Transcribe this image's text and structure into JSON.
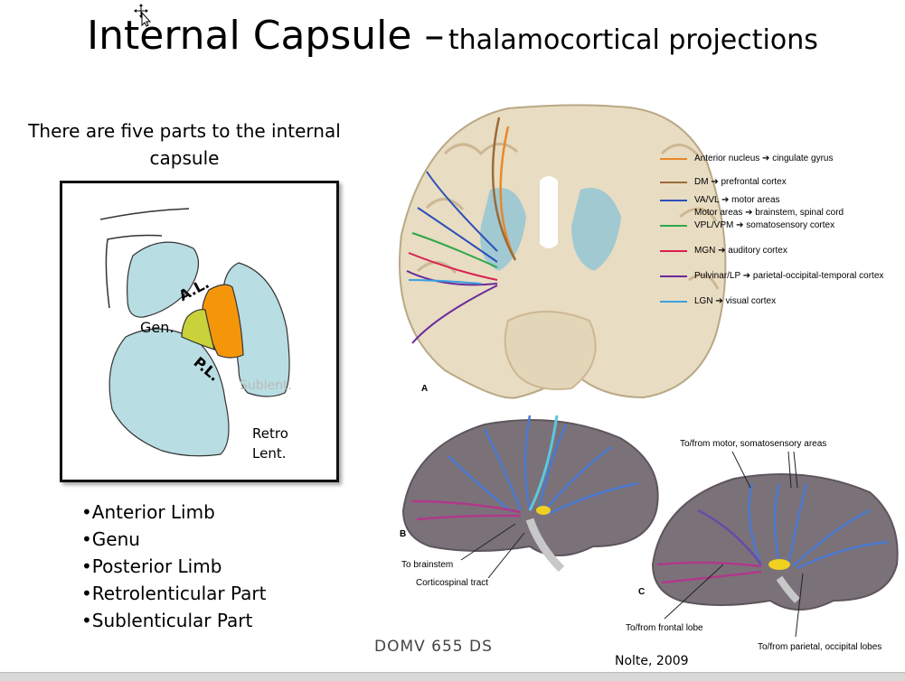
{
  "slide": {
    "title_main": "Internal Capsule –",
    "title_sub": "thalamocortical projections",
    "intro": "There are five parts to the internal capsule",
    "diagram_labels": {
      "al": "A.L.",
      "gen": "Gen.",
      "pl": "P.L.",
      "sublent": "Sublent.",
      "retro": "Retro",
      "lent": "Lent."
    },
    "parts": [
      "•Anterior Limb",
      "•Genu",
      "•Posterior Limb",
      "•Retrolenticular Part",
      "•Sublenticular Part"
    ],
    "legend": [
      {
        "text": "Anterior nucleus ➔ cingulate gyrus",
        "color": "#e8882a"
      },
      {
        "text": "DM ➔ prefrontal cortex",
        "color": "#9a6a3a"
      },
      {
        "text": "VA/VL ➔ motor areas",
        "color": "#2c4fb8"
      },
      {
        "text": "Motor areas ➔ brainstem, spinal cord",
        "color": ""
      },
      {
        "text": "VPL/VPM ➔ somatosensory cortex",
        "color": "#2ea84a"
      },
      {
        "text": "MGN ➔ auditory cortex",
        "color": "#d82050"
      },
      {
        "text": "Pulvinar/LP ➔ parietal-occipital-temporal cortex",
        "color": "#6a2a9a"
      },
      {
        "text": "LGN ➔ visual cortex",
        "color": "#3aa0e0"
      }
    ],
    "panel_a": "A",
    "panel_b": "B",
    "panel_c": "C",
    "annot_brainstem": "To brainstem",
    "annot_corticospinal": "Corticospinal tract",
    "annot_motor": "To/from motor, somatosensory areas",
    "annot_frontal": "To/from frontal lobe",
    "annot_parietal": "To/from parietal, occipital lobes",
    "footer_left": "DOMV 655 DS",
    "footer_right": "Nolte, 2009"
  },
  "colors": {
    "capsule_light": "#b8dde2",
    "anterior_limb": "#f5960a",
    "genu": "#c9d23a",
    "brain_tissue": "#e8dcc2",
    "ventricle": "#8ec4d6"
  }
}
